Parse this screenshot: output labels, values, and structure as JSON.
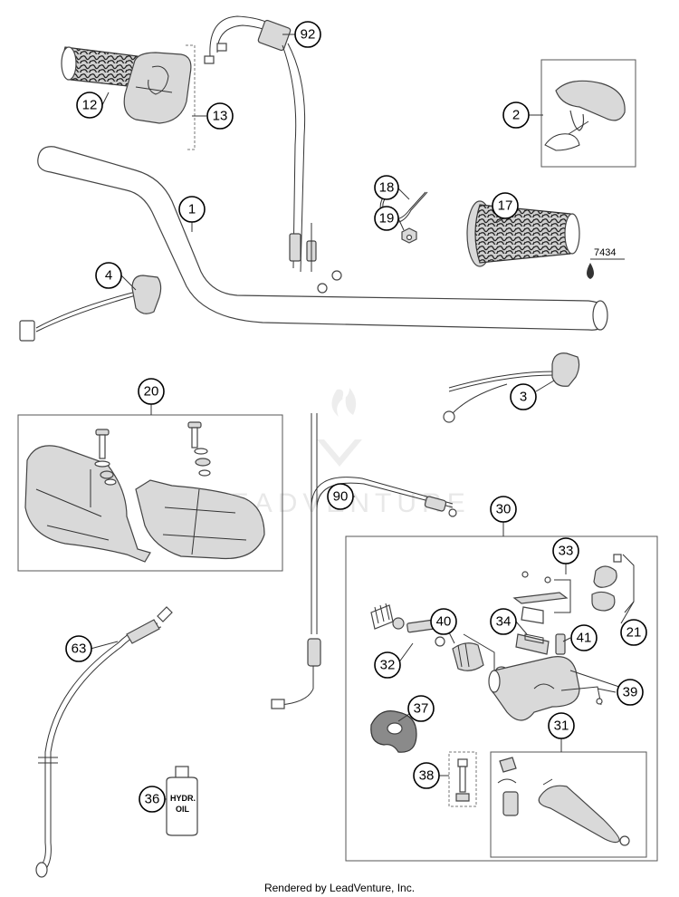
{
  "diagram": {
    "footer": "Rendered by LeadVenture, Inc.",
    "watermark": "LEADVENTURE",
    "part_code": "7434",
    "oil_bottle_label": [
      "HYDR.",
      "OIL"
    ],
    "callouts": [
      "1",
      "2",
      "3",
      "4",
      "12",
      "13",
      "17",
      "18",
      "19",
      "20",
      "21",
      "30",
      "31",
      "32",
      "33",
      "34",
      "36",
      "37",
      "38",
      "39",
      "40",
      "41",
      "63",
      "90",
      "92"
    ]
  }
}
